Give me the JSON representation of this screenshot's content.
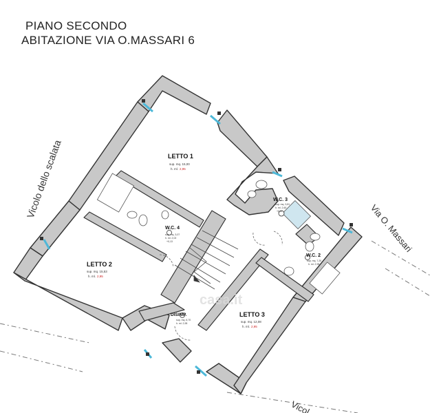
{
  "header": {
    "line1": "PIANO SECONDO",
    "line2": "ABITAZIONE VIA O.MASSARI 6"
  },
  "streets": {
    "left": "Vicolo dello scalata",
    "right": "Via O. Massari",
    "bottom": "Vicol"
  },
  "rooms": {
    "letto1": {
      "name": "LETTO 1",
      "area": "sup. mq. 15,00",
      "height_label": "h. ml.",
      "height": "2,95"
    },
    "letto2": {
      "name": "LETTO 2",
      "area": "sup. mq. 15,53",
      "height_label": "h. ml.",
      "height": "2,95"
    },
    "letto3": {
      "name": "LETTO 3",
      "area": "sup. mq. 12,08",
      "height_label": "h. ml.",
      "height": "2,95"
    },
    "wc2": {
      "name": "W.C. 2",
      "area": "sup. mq. 7,20",
      "height": "h. ml. 2,95"
    },
    "wc3": {
      "name": "W.C. 3",
      "area": "sup. mq. 3,81",
      "height": "h. ml. 2,60",
      "extra": "+0,37"
    },
    "wc4": {
      "name": "W.C. 4",
      "area": "sup. mq. 3,07",
      "height": "h. ml. 2,02",
      "extra": "+0,13"
    },
    "disimp": {
      "name": "DISIMP.",
      "area": "sup. mq. 6,70",
      "height": "h. ml. 2,95"
    }
  },
  "watermark": "casa.it",
  "colors": {
    "wall_fill": "#c8c8c8",
    "wall_stroke": "#333333",
    "window": "#4db8d8",
    "height_red": "#cc2222"
  }
}
